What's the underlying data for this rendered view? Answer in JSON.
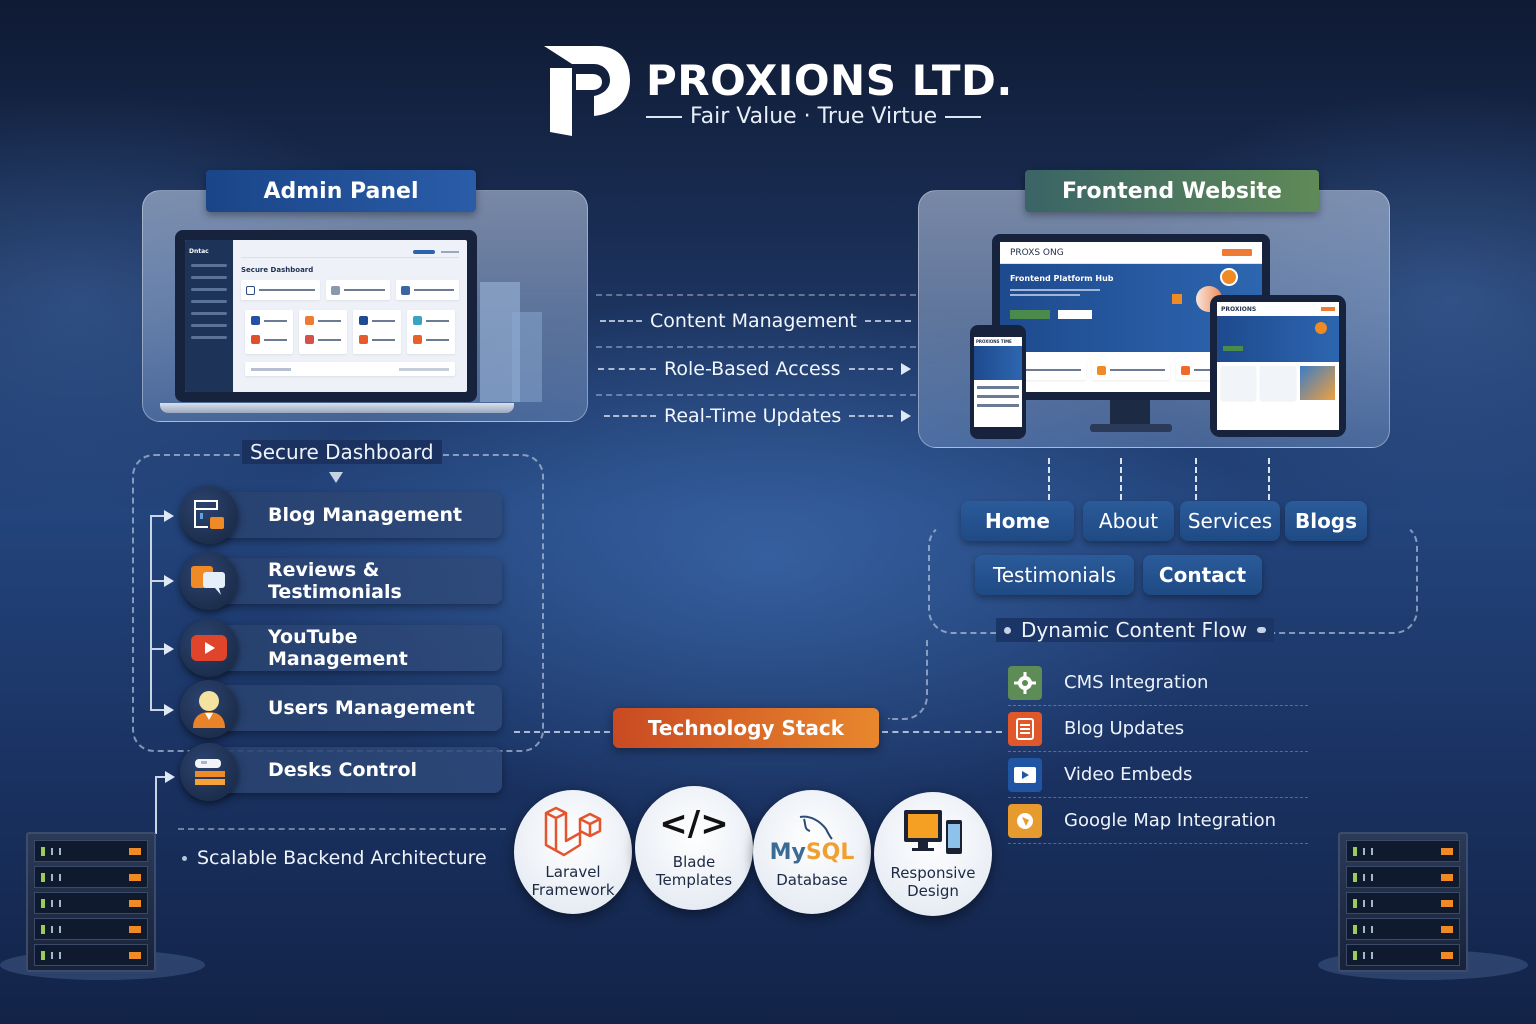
{
  "header": {
    "brand": "PROXIONS LTD.",
    "tagline": "Fair Value · True Virtue",
    "logo_icon": "p-logo-icon"
  },
  "admin_panel": {
    "title": "Admin Panel",
    "mockup": {
      "logo_text": "Dntac",
      "page_title": "Secure Dashboard",
      "sidebar_rows": 7
    },
    "dashboard_label": "Secure Dashboard",
    "features": [
      {
        "label": "Blog Management",
        "icon": "blog-admin-icon"
      },
      {
        "label": "Reviews & Testimonials",
        "icon": "chat-bubbles-icon"
      },
      {
        "label": "YouTube Management",
        "icon": "youtube-play-icon"
      },
      {
        "label": "Users Management",
        "icon": "user-icon"
      },
      {
        "label": "Desks Control",
        "icon": "desk-icon"
      }
    ],
    "backend_label": "Scalable Backend Architecture"
  },
  "flows": [
    {
      "label": "Content Management"
    },
    {
      "label": "Role-Based Access"
    },
    {
      "label": "Real-Time Updates"
    }
  ],
  "frontend": {
    "title": "Frontend Website",
    "mockup": {
      "site_name": "PROXS ONG",
      "hero_title": "Frontend Platform Hub",
      "tablet_name": "PROXIONS",
      "phone_name": "PROXIONS TIME"
    },
    "nav": [
      {
        "label": "Home",
        "bold": true
      },
      {
        "label": "About",
        "bold": false
      },
      {
        "label": "Services",
        "bold": false
      },
      {
        "label": "Blogs",
        "bold": true
      },
      {
        "label": "Testimonials",
        "bold": false
      },
      {
        "label": "Contact",
        "bold": true
      }
    ],
    "flow_label": "Dynamic Content Flow",
    "integrations": [
      {
        "label": "CMS Integration",
        "icon": "gear-icon",
        "color": "#5e8c56"
      },
      {
        "label": "Blog Updates",
        "icon": "document-icon",
        "color": "#e0582a"
      },
      {
        "label": "Video Embeds",
        "icon": "video-play-icon",
        "color": "#1f55a3"
      },
      {
        "label": "Google Map Integration",
        "icon": "map-gear-icon",
        "color": "#e79a2e"
      }
    ]
  },
  "tech_stack": {
    "title": "Technology Stack",
    "items": [
      {
        "line1": "Laravel",
        "line2": "Framework",
        "icon": "laravel-icon"
      },
      {
        "line1": "Blade",
        "line2": "Templates",
        "icon": "code-brackets-icon"
      },
      {
        "line1": "Database",
        "line2": "",
        "logo_my": "My",
        "logo_sql": "SQL",
        "icon": "mysql-dolphin-icon"
      },
      {
        "line1": "Responsive",
        "line2": "Design",
        "icon": "devices-icon"
      }
    ]
  },
  "colors": {
    "admin_tab": "#1f4d93",
    "frontend_tab_start": "#3d6b6a",
    "frontend_tab_end": "#5e8a57",
    "tech_start": "#c94a22",
    "tech_end": "#e8872d",
    "accent_orange": "#f08a25"
  }
}
